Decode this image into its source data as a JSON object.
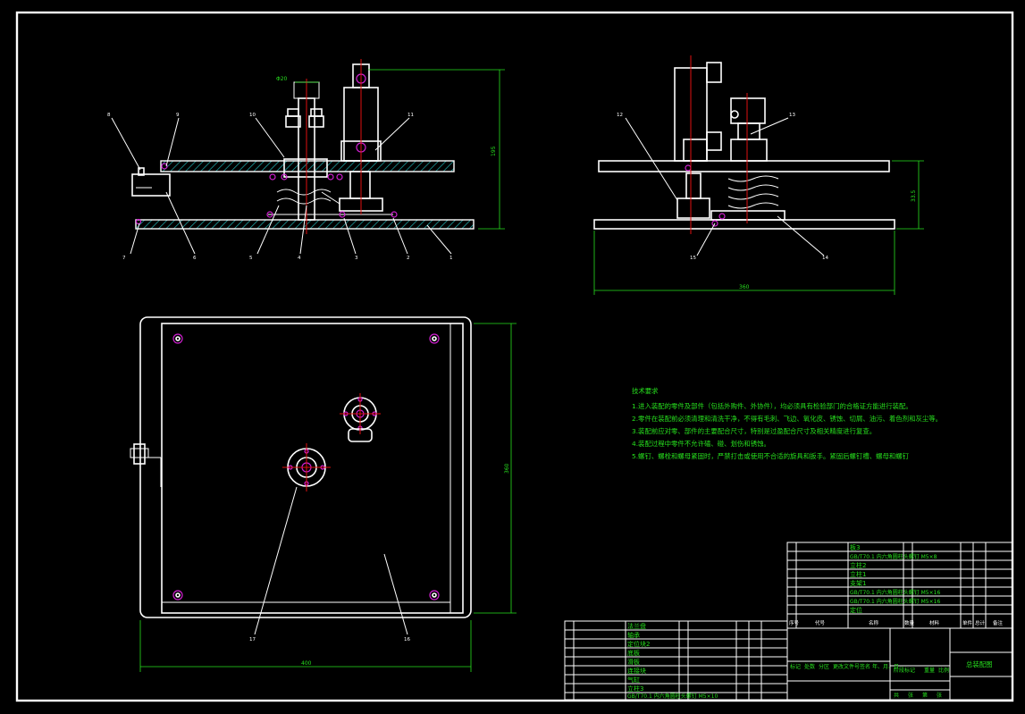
{
  "callouts": [
    "1",
    "2",
    "3",
    "4",
    "5",
    "6",
    "7",
    "8",
    "9",
    "10",
    "11",
    "12",
    "13",
    "14",
    "15",
    "16",
    "17"
  ],
  "dimensions": {
    "shaft_dia": "Φ20",
    "front_height": "195",
    "side_height": "33.5",
    "side_width": "360",
    "plan_height": "360",
    "plan_width": "400"
  },
  "notes": {
    "title": "技术要求",
    "lines": [
      "1.进入装配的零件及部件（包括外购件、外协件），均必须具有检验部门的合格证方能进行装配。",
      "2.零件在装配前必须清理和清洗干净，不得有毛刺、飞边、氧化皮、锈蚀、切屑、油污、着色剂和灰尘等。",
      "3.装配前应对零、部件的主要配合尺寸，特别是过盈配合尺寸及相关精度进行复查。",
      "4.装配过程中零件不允许磕、碰、划伤和锈蚀。",
      "5.螺钉、螺栓和螺母紧固时，严禁打击或使用不合适的旋具和扳手。紧固后螺钉槽、螺母和螺钉"
    ]
  },
  "bom_upper": [
    "板3",
    "GB/T70.1 内六角圆柱头螺钉 M5×8",
    "立柱2",
    "立柱1",
    "支架1",
    "GB/T70.1 内六角圆柱头螺钉 M5×16",
    "GB/T70.1 内六角圆柱头螺钉 M5×16",
    "定位"
  ],
  "bom_lower": [
    "法兰盘",
    "轴承",
    "定位块2",
    "底板",
    "滑板",
    "连接块",
    "气缸",
    "立柱3",
    "GB/T70.1 内六角圆柱头螺钉 M5×10"
  ],
  "bom_header": [
    "序号",
    "代号",
    "名称",
    "数量",
    "材料",
    "单件",
    "总计",
    "备注"
  ],
  "title_block": {
    "drawing_name": "总装配图",
    "stage_labels": [
      "阶段标记",
      "重量",
      "比例"
    ],
    "sign_labels": [
      "标记",
      "处数",
      "分区",
      "更改文件号",
      "签名",
      "年、月、日"
    ],
    "bottom_labels": [
      "共",
      "张",
      "第",
      "张"
    ]
  },
  "colors": {
    "background": "#000000",
    "lines": "#ffffff",
    "centerline": "#e01010",
    "text": "#27e01e",
    "bolts": "#d020d0"
  }
}
